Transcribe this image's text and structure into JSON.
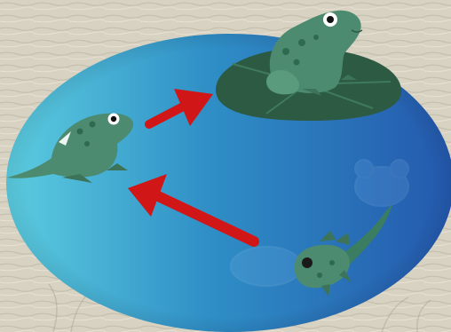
{
  "scene": {
    "background_color": "#d8d2c2",
    "pond_color_left": "#4fc3d9",
    "pond_color_right": "#2a62b4",
    "arrow_color": "#d01818",
    "frog_color": "#4a8a6e",
    "lilypad_color": "#2e5b45"
  },
  "stages": [
    {
      "name": "adult-frog-on-lily-pad",
      "icon": "frog-icon"
    },
    {
      "name": "froglet-with-tail",
      "icon": "froglet-icon"
    },
    {
      "name": "tadpole-with-legs",
      "icon": "tadpole-icon"
    }
  ],
  "arrows": [
    {
      "name": "arrow-froglet-to-frog",
      "direction": "up-right"
    },
    {
      "name": "arrow-tadpole-to-froglet",
      "direction": "up-left"
    }
  ]
}
